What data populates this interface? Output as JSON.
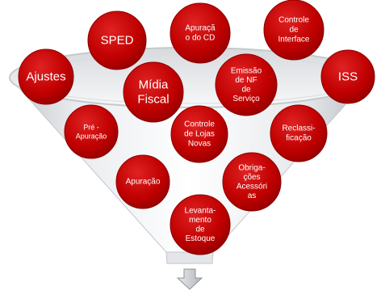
{
  "circles": [
    {
      "id": "ajustes",
      "lines": [
        "Ajustes"
      ]
    },
    {
      "id": "sped",
      "lines": [
        "SPED"
      ]
    },
    {
      "id": "apuracao-cd",
      "lines": [
        "Apuraçã",
        "o do CD"
      ]
    },
    {
      "id": "controle-interface",
      "lines": [
        "Controle",
        "de",
        "Interface"
      ]
    },
    {
      "id": "iss",
      "lines": [
        "ISS"
      ]
    },
    {
      "id": "midia-fiscal",
      "lines": [
        "Mídia",
        "Fiscal"
      ]
    },
    {
      "id": "emissao-nf",
      "lines": [
        "Emissão",
        "de NF",
        "de",
        "Serviço"
      ]
    },
    {
      "id": "pre-apuracao",
      "lines": [
        "Pré -",
        "Apuração"
      ]
    },
    {
      "id": "controle-lojas",
      "lines": [
        "Controle",
        "de Lojas",
        "Novas"
      ]
    },
    {
      "id": "reclassificacao",
      "lines": [
        "Reclassi-",
        "ficação"
      ]
    },
    {
      "id": "apuracao",
      "lines": [
        "Apuração"
      ]
    },
    {
      "id": "obrigacoes",
      "lines": [
        "Obriga-",
        "ções",
        "Acessóri",
        "as"
      ]
    },
    {
      "id": "levantamento",
      "lines": [
        "Levanta-",
        "mento",
        "de",
        "Estoque"
      ]
    }
  ],
  "colors": {
    "circle_fill": "#c00000",
    "circle_stroke": "#8b0000",
    "text": "#ffffff",
    "funnel_light": "#ffffff",
    "funnel_dark": "#c8cbcf"
  },
  "icons": {
    "output": "down-arrow-icon"
  }
}
